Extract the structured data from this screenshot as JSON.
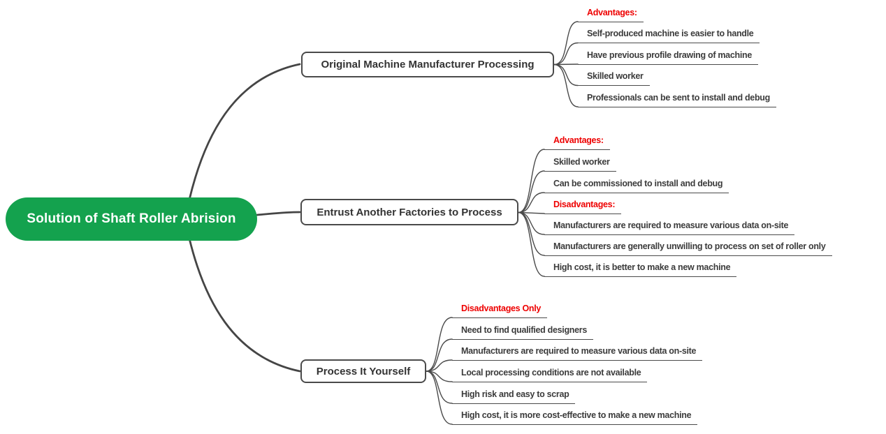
{
  "root": {
    "label": "Solution of Shaft Roller Abrision"
  },
  "branches": [
    {
      "label": "Original Machine Manufacturer Processing",
      "items": [
        {
          "label": "Advantages:",
          "emphasis": "red"
        },
        {
          "label": "Self-produced machine is easier to handle",
          "emphasis": "normal"
        },
        {
          "label": "Have previous profile drawing of machine",
          "emphasis": "normal"
        },
        {
          "label": "Skilled worker",
          "emphasis": "normal"
        },
        {
          "label": "Professionals can be sent to install and debug",
          "emphasis": "normal"
        }
      ]
    },
    {
      "label": "Entrust Another Factories to Process",
      "items": [
        {
          "label": "Advantages:",
          "emphasis": "red"
        },
        {
          "label": "Skilled worker",
          "emphasis": "normal"
        },
        {
          "label": "Can be commissioned to install and debug",
          "emphasis": "normal"
        },
        {
          "label": "Disadvantages:",
          "emphasis": "red"
        },
        {
          "label": "Manufacturers are required to measure various data on-site",
          "emphasis": "normal"
        },
        {
          "label": "Manufacturers are generally unwilling to process on set of roller only",
          "emphasis": "normal"
        },
        {
          "label": "High cost, it is better to make a new machine",
          "emphasis": "normal"
        }
      ]
    },
    {
      "label": "Process It Yourself",
      "items": [
        {
          "label": "Disadvantages Only",
          "emphasis": "red"
        },
        {
          "label": "Need to find qualified designers",
          "emphasis": "normal"
        },
        {
          "label": "Manufacturers are required to measure various data on-site",
          "emphasis": "normal"
        },
        {
          "label": "Local processing conditions are not available",
          "emphasis": "normal"
        },
        {
          "label": "High risk and easy to scrap",
          "emphasis": "normal"
        },
        {
          "label": "High cost, it is more cost-effective to make a new machine",
          "emphasis": "normal"
        }
      ]
    }
  ],
  "colors": {
    "root_fill": "#14A24E",
    "root_text": "#FFFFFF",
    "emphasis_red": "#EE0000",
    "topic_text": "#333333",
    "leaf_text": "#3B3B3B",
    "line": "#4A4A4A",
    "background": "#FFFFFF"
  }
}
